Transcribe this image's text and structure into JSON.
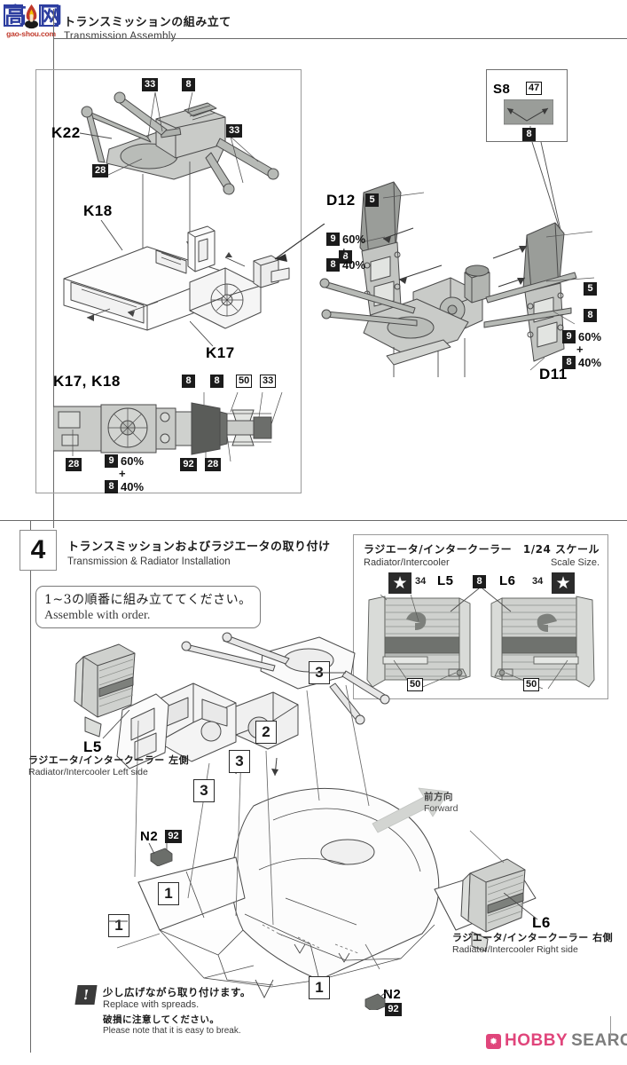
{
  "watermark": {
    "cjk_left": "高",
    "cjk_right": "网",
    "url": "gao-shou.com"
  },
  "header": {
    "title_jp": "トランスミッションの組み立て",
    "title_en": "Transmission Assembly"
  },
  "step3_panel": {
    "labels": [
      {
        "id": "k22",
        "text": "K22"
      },
      {
        "id": "k18",
        "text": "K18"
      },
      {
        "id": "k17",
        "text": "K17"
      },
      {
        "id": "k17k18",
        "text": "K17, K18"
      }
    ],
    "callouts": [
      {
        "id": "c33-top",
        "text": "33"
      },
      {
        "id": "c8-top",
        "text": "8"
      },
      {
        "id": "c33-right",
        "text": "33"
      },
      {
        "id": "c28-left",
        "text": "28"
      }
    ],
    "detail_callouts": [
      {
        "id": "d8-a",
        "text": "8"
      },
      {
        "id": "d8-b",
        "text": "8"
      },
      {
        "id": "d50",
        "text": "50"
      },
      {
        "id": "d33",
        "text": "33"
      },
      {
        "id": "d28-left",
        "text": "28"
      },
      {
        "id": "d92",
        "text": "92"
      },
      {
        "id": "d28-right",
        "text": "28"
      }
    ],
    "paint_mix": {
      "color_a": "9",
      "pct_a": "60%",
      "plus": "+",
      "color_b": "8",
      "pct_b": "40%"
    }
  },
  "s8_detail": {
    "part": "S8",
    "part_number": "47",
    "attach_number": "8",
    "leader_label": "S8"
  },
  "right_assembly": {
    "d12_label": "D12",
    "d12_number": "5",
    "d11_label": "D11",
    "d11_number": "5",
    "d11_number2": "8",
    "d12_number2": "8",
    "paint_mix": {
      "color_a": "9",
      "pct_a": "60%",
      "plus": "+",
      "color_b": "8",
      "pct_b": "40%"
    }
  },
  "step4": {
    "number": "4",
    "title_jp": "トランスミッションおよびラジエータの取り付け",
    "title_en": "Transmission & Radiator Installation",
    "note_jp": "1~3の順番に組み立ててください。",
    "note_en": "Assemble with order."
  },
  "radiator_panel": {
    "title_jp": "ラジエータ/インタークーラー",
    "title_en": "Radiator/Intercooler",
    "scale_jp": "1/24 スケール",
    "scale_en": "Scale Size.",
    "left": {
      "star": "★",
      "decal": "34",
      "part": "L5",
      "hose": "50"
    },
    "center_number": "8",
    "right": {
      "star": "★",
      "decal": "34",
      "part": "L6",
      "hose": "50"
    }
  },
  "step4_diagram": {
    "l5_label": "L5",
    "l5_jp": "ラジエータ/インタークーラー 左側",
    "l5_en": "Radiator/Intercooler Left side",
    "l6_label": "L6",
    "l6_jp": "ラジエータ/インタークーラー 右側",
    "l6_en": "Radiator/Intercooler Right side",
    "forward_jp": "前方向",
    "forward_en": "Forward",
    "n2_top": {
      "part": "N2",
      "paint": "92"
    },
    "n2_bottom": {
      "part": "N2",
      "paint": "92"
    },
    "steps": [
      "3",
      "2",
      "3",
      "3",
      "1",
      "1",
      "1"
    ]
  },
  "warning": {
    "icon": "exclamation-icon",
    "line1_jp": "少し広げながら取り付けます。",
    "line1_en": "Replace with spreads.",
    "line2_jp": "破損に注意してください。",
    "line2_en": "Please note that it is easy to break."
  },
  "footer_logo": {
    "mark": "✹",
    "hobby": "HOBBY",
    "search": "SEARCH"
  },
  "colors": {
    "ink": "#1a1a1a",
    "line": "#4a4a4a",
    "part_fill": "#c9cbc8",
    "part_fill_dark": "#9a9d99",
    "brand_pink": "#e0457b",
    "brand_gray": "#7d7d7d",
    "watermark_blue": "#2d3ea0",
    "watermark_red": "#c0392b"
  }
}
